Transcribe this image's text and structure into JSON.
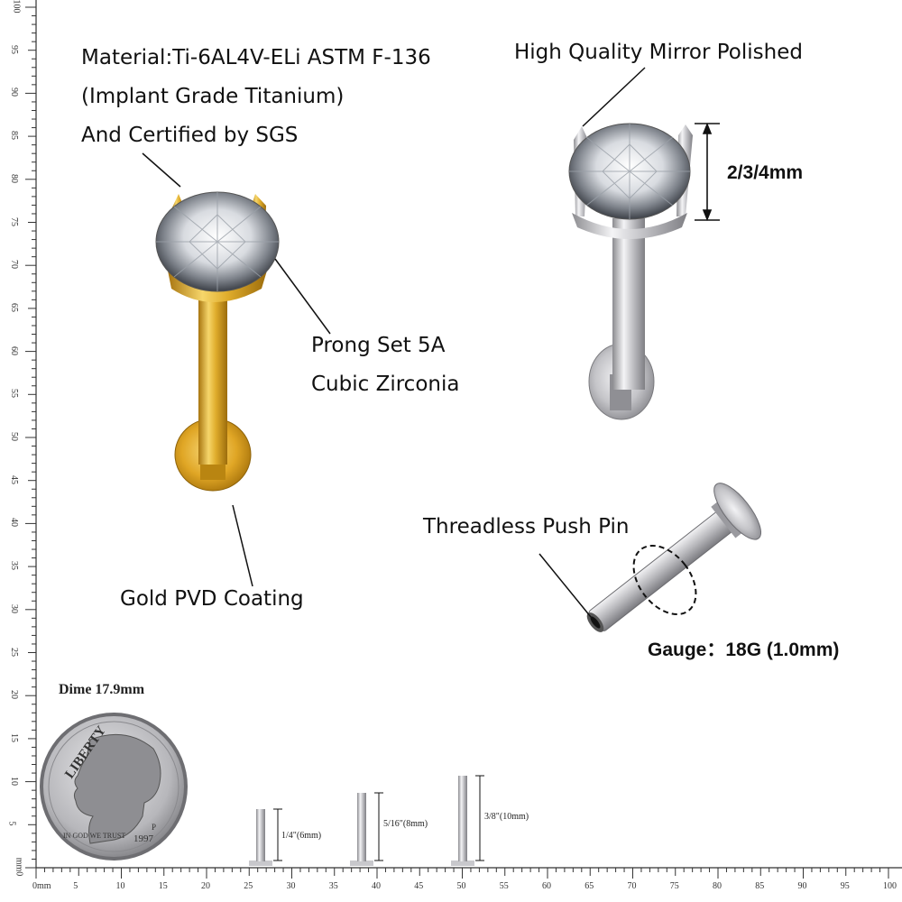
{
  "labels": {
    "material_line1": "Material:Ti-6AL4V-ELi ASTM F-136",
    "material_line2": "(Implant Grade Titanium)",
    "material_line3": "And Certified by SGS",
    "mirror": "High Quality Mirror Polished",
    "gem_size": "2/3/4mm",
    "prong_line1": "Prong Set 5A",
    "prong_line2": "Cubic Zirconia",
    "push_pin": "Threadless Push Pin",
    "gauge": "Gauge：18G (1.0mm)",
    "gold": "Gold PVD Coating",
    "dime": "Dime 17.9mm"
  },
  "posts": [
    {
      "label": "1/4\"(6mm)"
    },
    {
      "label": "5/16\"(8mm)"
    },
    {
      "label": "3/8\"(10mm)"
    }
  ],
  "coin": {
    "top_text": "LIBERTY",
    "motto": "IN GOD WE TRUST",
    "year": "1997",
    "mint": "P"
  },
  "ruler": {
    "x_labels": [
      "0mm",
      "5",
      "10",
      "15",
      "20",
      "25",
      "30",
      "35",
      "40",
      "45",
      "50",
      "55",
      "60",
      "65",
      "70",
      "75",
      "80",
      "85",
      "90",
      "95",
      "100"
    ],
    "y_labels": [
      "mm0",
      "5",
      "10",
      "15",
      "20",
      "25",
      "30",
      "35",
      "40",
      "45",
      "50",
      "55",
      "60",
      "65",
      "70",
      "75",
      "80",
      "85",
      "90",
      "95",
      "100"
    ]
  },
  "colors": {
    "gold": "#d9a521",
    "silver": "#c8c8cc",
    "text": "#111111"
  }
}
